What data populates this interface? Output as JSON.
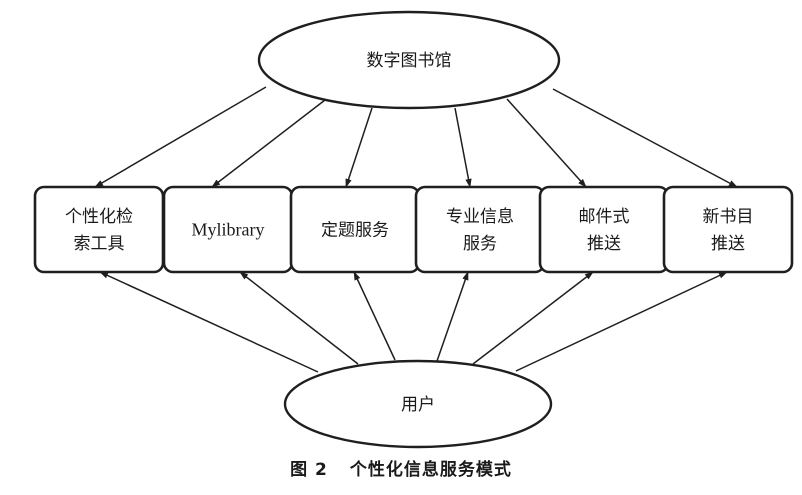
{
  "diagram": {
    "top_node": {
      "label": "数字图书馆"
    },
    "bottom_node": {
      "label": "用户"
    },
    "services": [
      {
        "lines": [
          "个性化检",
          "索工具"
        ]
      },
      {
        "lines": [
          "Mylibrary"
        ]
      },
      {
        "lines": [
          "定题服务"
        ]
      },
      {
        "lines": [
          "专业信息",
          "服务"
        ]
      },
      {
        "lines": [
          "邮件式",
          "推送"
        ]
      },
      {
        "lines": [
          "新书目",
          "推送"
        ]
      }
    ]
  },
  "caption": {
    "figure_number": "图 2",
    "title": "个性化信息服务模式"
  }
}
